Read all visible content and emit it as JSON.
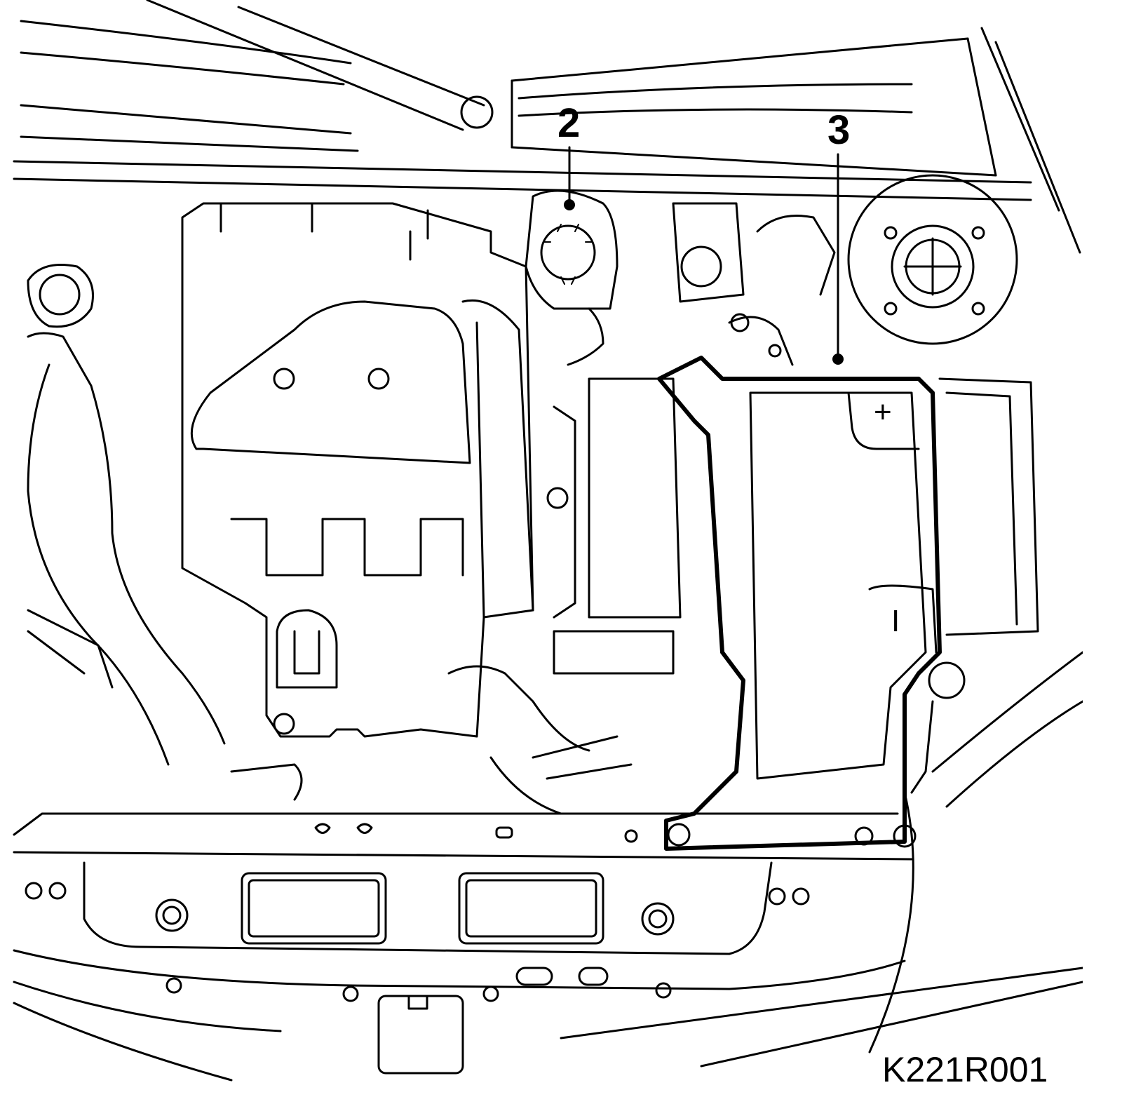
{
  "figure": {
    "code": "K221R001"
  },
  "callouts": [
    {
      "number": "2",
      "part": "coolant-reservoir-cap"
    },
    {
      "number": "3",
      "part": "battery"
    }
  ],
  "battery_markings": {
    "positive": "+",
    "negative": "I"
  }
}
